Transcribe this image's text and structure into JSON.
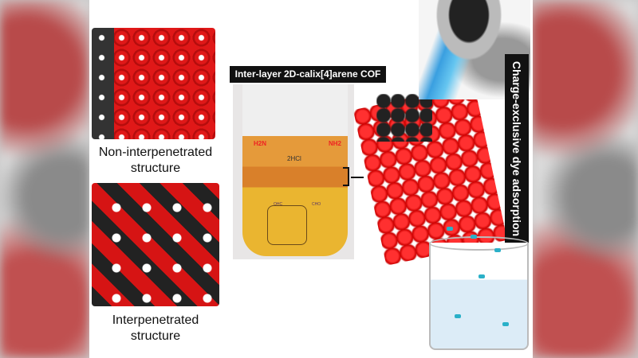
{
  "labels": {
    "non_interpenetrated": "Non-interpenetrated structure",
    "interpenetrated": "Interpenetrated structure",
    "title": "Inter-layer 2D-calix[4]arene COF",
    "side": "Charge-exclusive dye adsorption",
    "amine_left": "H2N",
    "amine_right": "NH2",
    "salt": "2HCl",
    "cho": "CHO",
    "ohc": "OHC"
  },
  "colors": {
    "red": "#d41616",
    "black": "#111111",
    "orange": "#e59a3a"
  }
}
